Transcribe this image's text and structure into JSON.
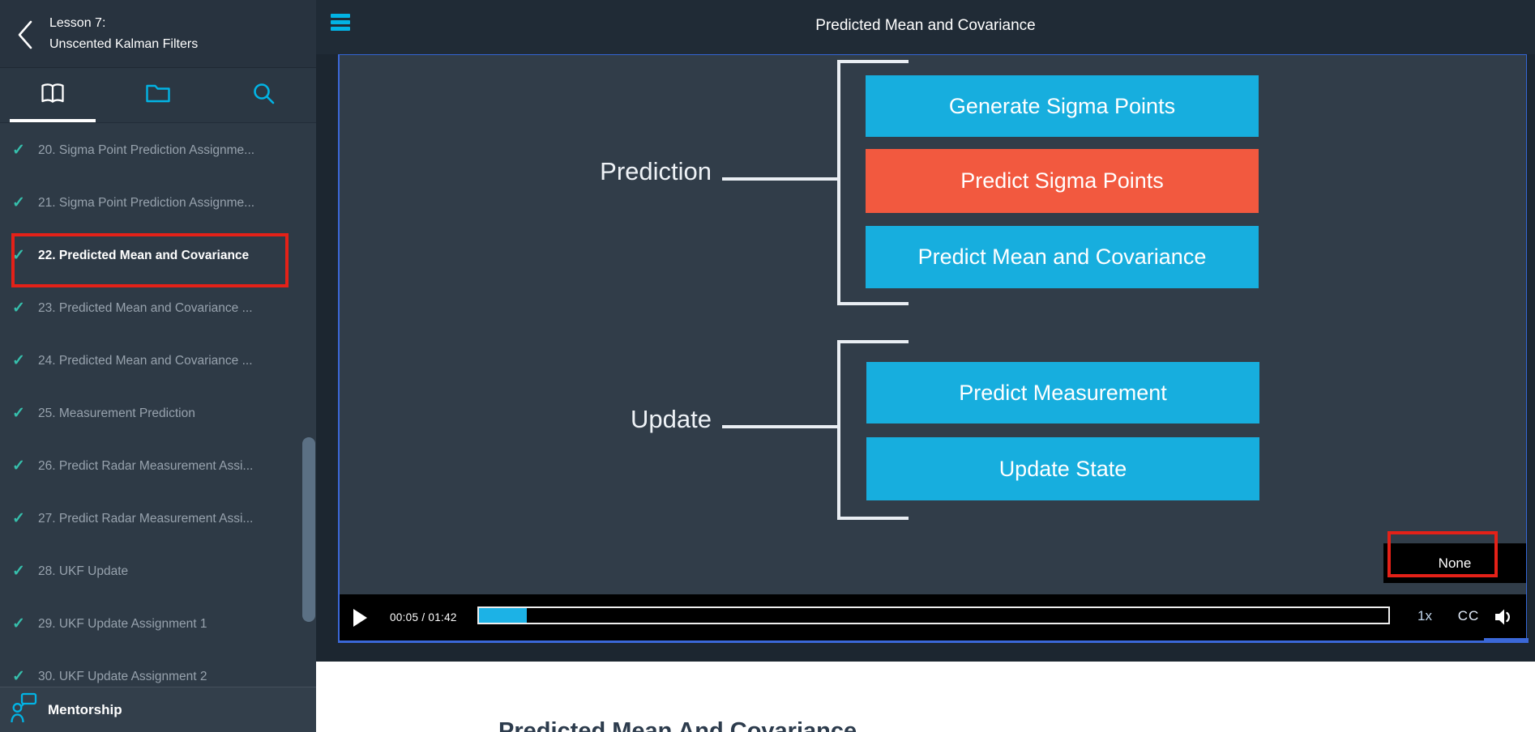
{
  "sidebar": {
    "header": {
      "lesson_label": "Lesson 7:",
      "lesson_title": "Unscented Kalman Filters"
    },
    "tabs": [
      {
        "icon": "book-icon",
        "active": true
      },
      {
        "icon": "folder-icon",
        "active": false
      },
      {
        "icon": "search-icon",
        "active": false
      }
    ],
    "items": [
      {
        "label": "20. Sigma Point Prediction Assignme...",
        "completed": true,
        "active": false
      },
      {
        "label": "21. Sigma Point Prediction Assignme...",
        "completed": true,
        "active": false
      },
      {
        "label": "22. Predicted Mean and Covariance",
        "completed": true,
        "active": true,
        "annotated": true
      },
      {
        "label": "23. Predicted Mean and Covariance ...",
        "completed": true,
        "active": false
      },
      {
        "label": "24. Predicted Mean and Covariance ...",
        "completed": true,
        "active": false
      },
      {
        "label": "25. Measurement Prediction",
        "completed": true,
        "active": false
      },
      {
        "label": "26. Predict Radar Measurement Assi...",
        "completed": true,
        "active": false
      },
      {
        "label": "27. Predict Radar Measurement Assi...",
        "completed": true,
        "active": false
      },
      {
        "label": "28. UKF Update",
        "completed": true,
        "active": false
      },
      {
        "label": "29. UKF Update Assignment 1",
        "completed": true,
        "active": false
      },
      {
        "label": "30. UKF Update Assignment 2",
        "completed": true,
        "active": false
      }
    ],
    "footer": {
      "label": "Mentorship"
    }
  },
  "main": {
    "header": {
      "title": "Predicted Mean and Covariance"
    },
    "video": {
      "diagram": {
        "groups": [
          {
            "label": "Prediction",
            "boxes": [
              {
                "text": "Generate Sigma Points",
                "variant": "cyan"
              },
              {
                "text": "Predict Sigma Points",
                "variant": "orange"
              },
              {
                "text": "Predict Mean and Covariance",
                "variant": "cyan"
              }
            ]
          },
          {
            "label": "Update",
            "boxes": [
              {
                "text": "Predict Measurement",
                "variant": "cyan"
              },
              {
                "text": "Update State",
                "variant": "cyan"
              }
            ]
          }
        ]
      },
      "caption_overlay": "None",
      "controls": {
        "time": "00:05 / 01:42",
        "progress_percent": 5.3,
        "speed_label": "1x",
        "cc_label": "CC",
        "play_icon": "play-icon",
        "volume_icon": "speaker-icon"
      }
    },
    "content": {
      "heading": "Predicted Mean And Covariance"
    }
  },
  "colors": {
    "accent_cyan": "#02b3e4",
    "box_cyan": "#17aede",
    "box_orange": "#f2593f",
    "check_teal": "#36bfac",
    "annotation_red": "#e42118",
    "focus_blue": "#3b68d8"
  }
}
